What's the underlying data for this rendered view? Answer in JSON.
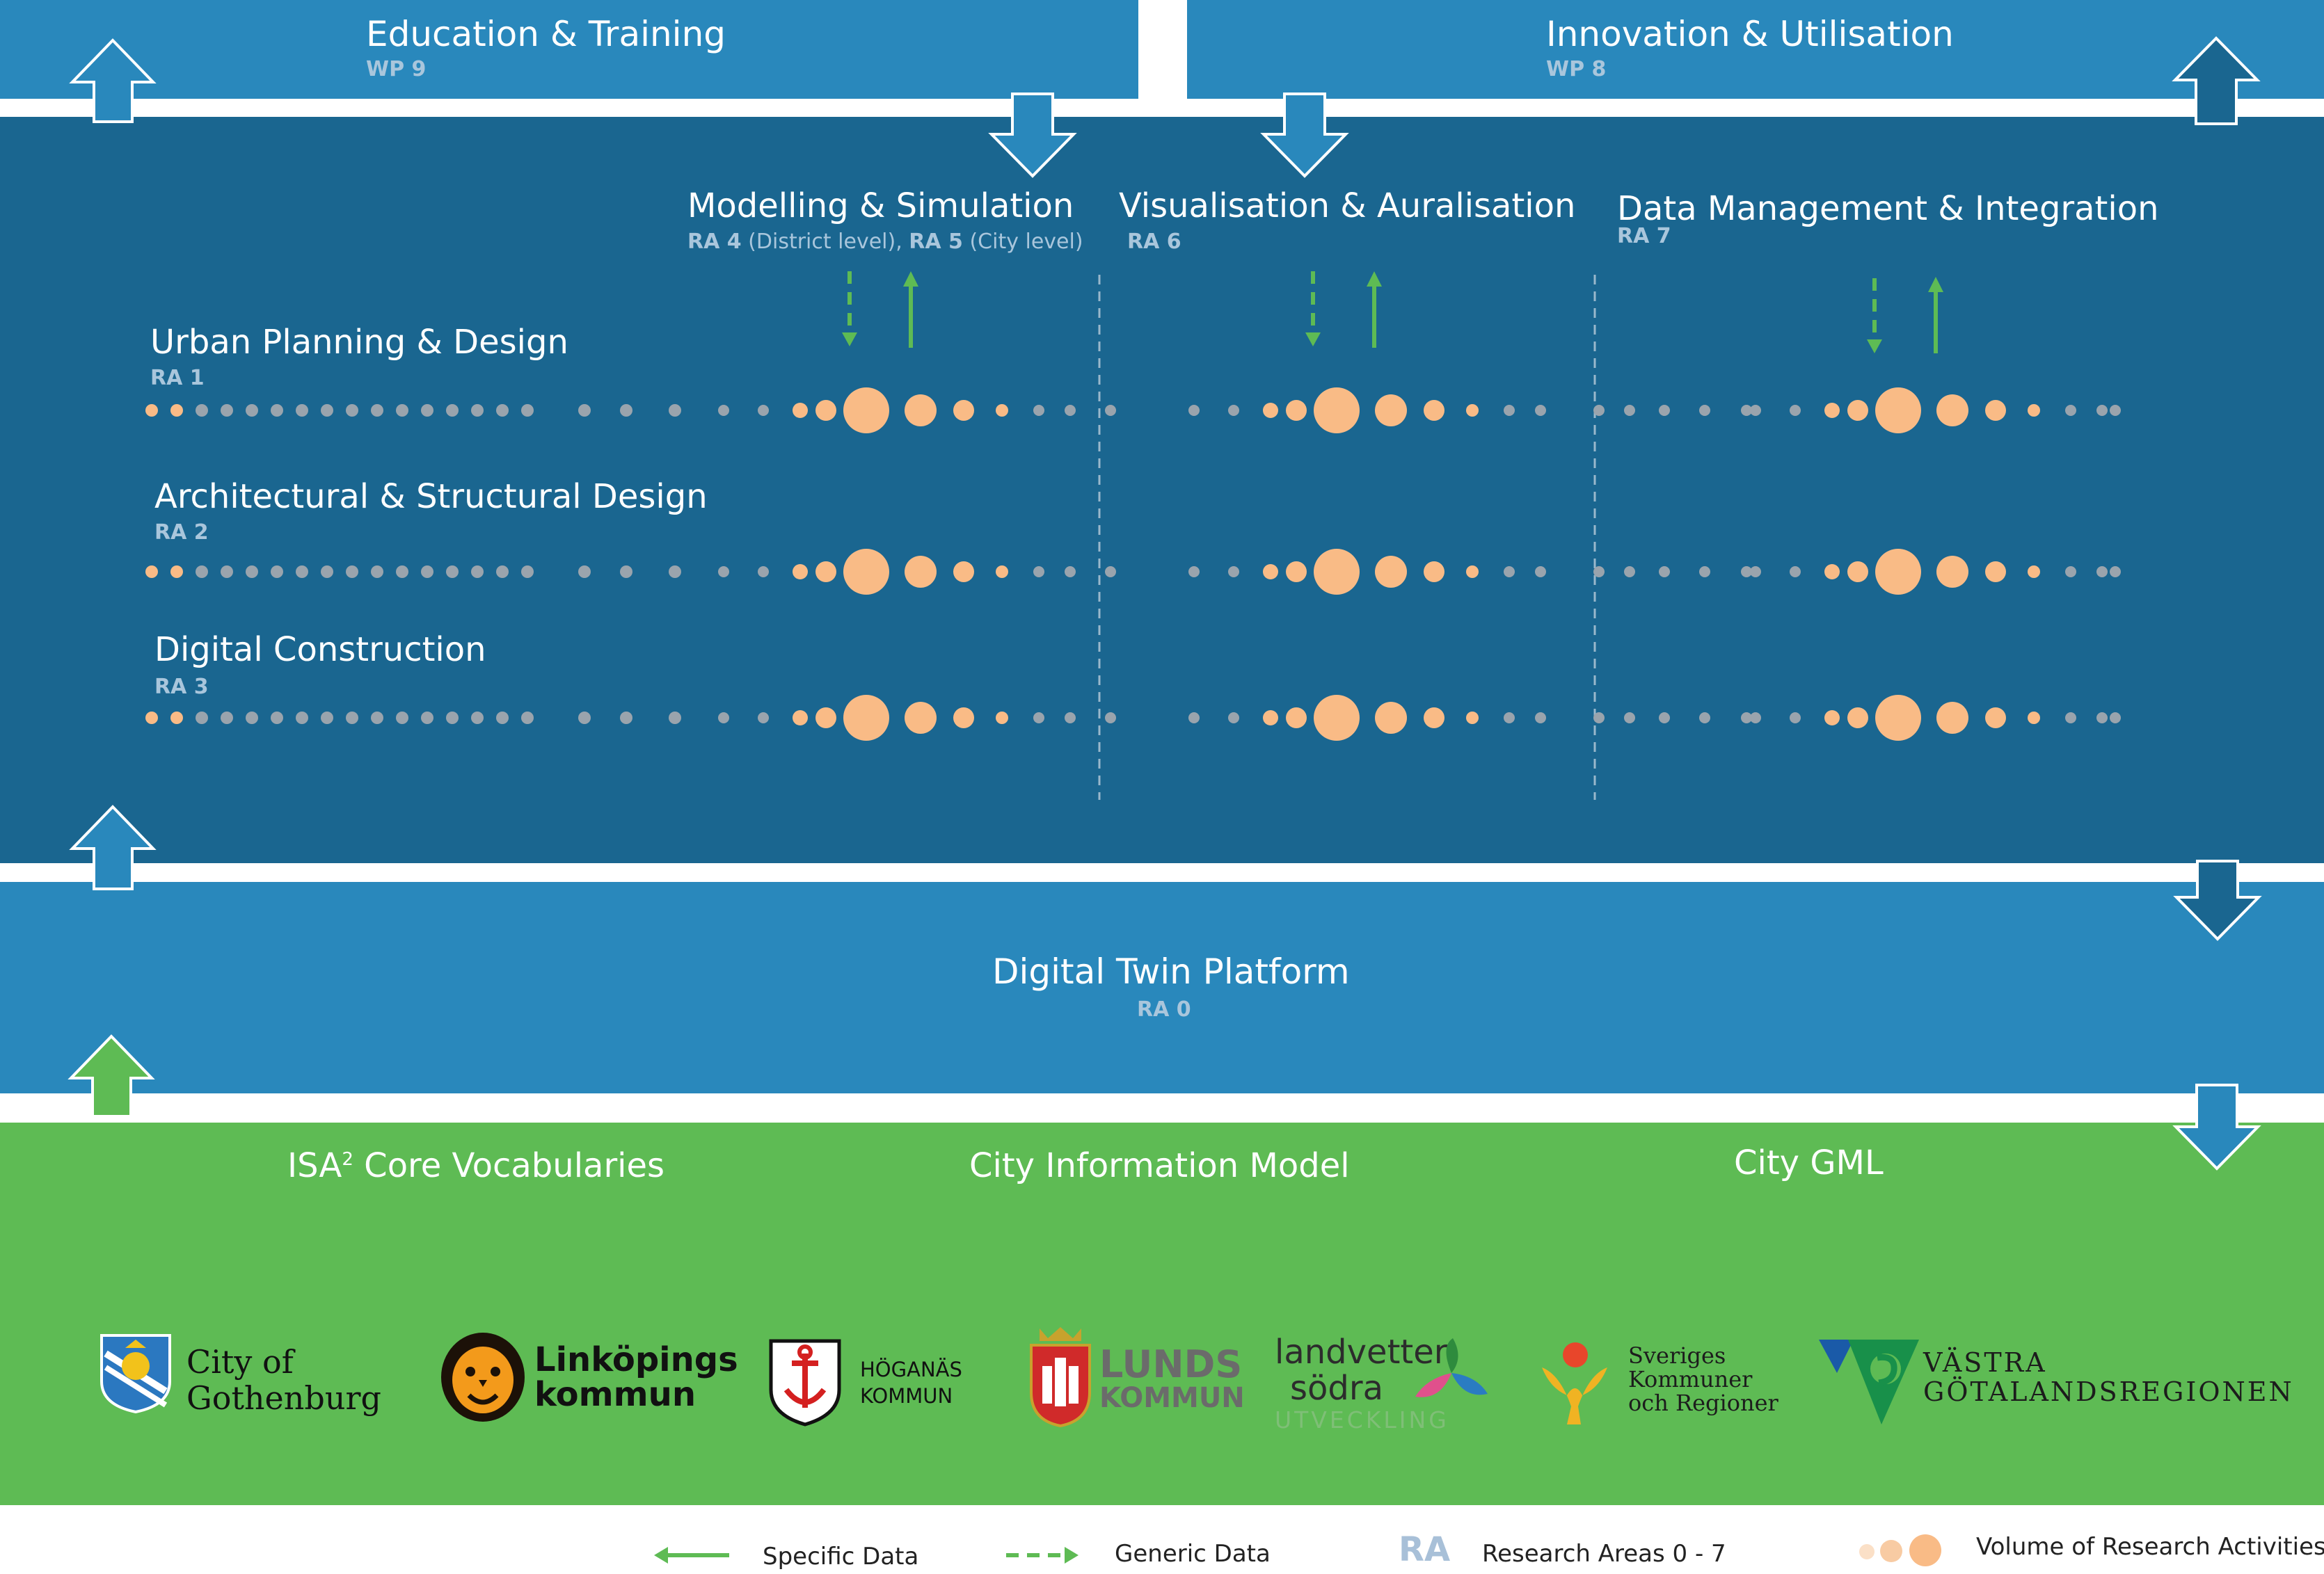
{
  "top": {
    "education": {
      "title": "Education & Training",
      "sub": "WP 9"
    },
    "innovation": {
      "title": "Innovation & Utilisation",
      "sub": "WP 8"
    }
  },
  "columns": [
    {
      "title": "Modelling & Simulation",
      "sub_a": "RA 4",
      "sub_b": " (District level), ",
      "sub_c": "RA 5",
      "sub_d": " (City level)"
    },
    {
      "title": "Visualisation & Auralisation",
      "sub": "RA 6"
    },
    {
      "title": "Data Management & Integration",
      "sub": "RA 7"
    }
  ],
  "rows": [
    {
      "title": "Urban Planning & Design",
      "sub": "RA 1"
    },
    {
      "title": "Architectural & Structural Design",
      "sub": "RA 2"
    },
    {
      "title": "Digital Construction",
      "sub": "RA 3"
    }
  ],
  "platform": {
    "title": "Digital Twin Platform",
    "sub": "RA 0"
  },
  "foundation": {
    "items": [
      "ISA",
      "Core Vocabularies",
      "City Information Model",
      "City GML"
    ],
    "isa_sup": "2"
  },
  "logos": {
    "gothenburg": [
      "City of",
      "Gothenburg"
    ],
    "linkoping": [
      "Linköpings",
      "kommun"
    ],
    "hoganas": [
      "HÖGANÄS",
      "KOMMUN"
    ],
    "lund": [
      "LUNDS",
      "KOMMUN"
    ],
    "landvetter": [
      "landvetter",
      "södra",
      "UTVECKLING"
    ],
    "skr": [
      "Sveriges",
      "Kommuner",
      "och Regioner"
    ],
    "vgr": [
      "VÄSTRA",
      "GÖTALANDSREGIONEN"
    ]
  },
  "legend": {
    "specific": "Specific Data",
    "generic": "Generic Data",
    "ra_symbol": "RA",
    "ra_text": "Research Areas  0 - 7",
    "volume": "Volume of Research Activities"
  },
  "colors": {
    "light_blue": "#2988bc",
    "dark_blue": "#1a6690",
    "green": "#5ebb54",
    "dot_orange": "#f9bb86",
    "dot_grey": "#9aa4ad",
    "arrow_green": "#5ebb54"
  }
}
